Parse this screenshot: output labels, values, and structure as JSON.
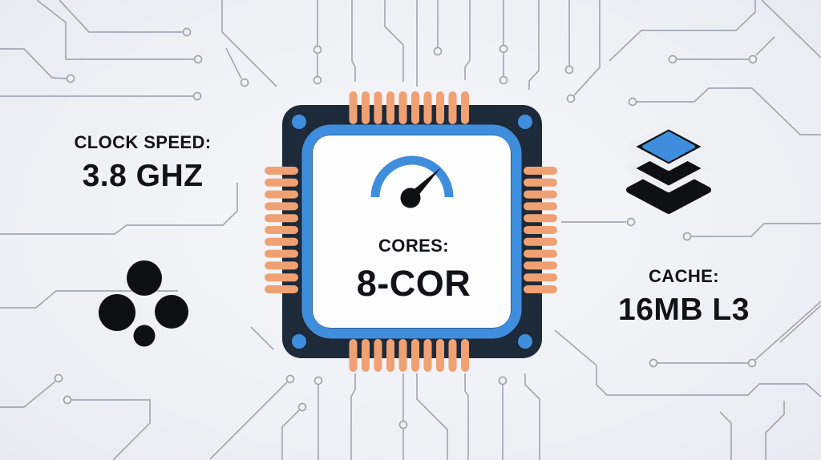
{
  "title": "CPU specifications infographic",
  "specs": {
    "clock_speed": {
      "label": "CLOCK SPEED:",
      "value": "3.8 GHZ"
    },
    "cores": {
      "label": "CORES:",
      "value": "8-COR"
    },
    "cache": {
      "label": "CACHE:",
      "value": "16MB L3"
    }
  },
  "icons": {
    "center": "speedometer-gauge-icon",
    "left": "core-cluster-circles-icon",
    "right": "stacked-cache-layers-icon",
    "background": "circuit-trace-pattern"
  },
  "colors": {
    "accent_blue": "#3f8edd",
    "chip_body": "#1d2a39",
    "pin_orange": "#f0a173",
    "icon_black": "#0e1014",
    "trace_gray": "#9aa1ac",
    "text": "#111318"
  }
}
